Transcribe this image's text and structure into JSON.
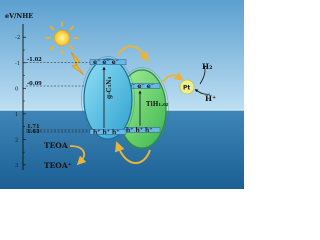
{
  "axis": {
    "title": "eV/NHE",
    "ticks": [
      {
        "label": "-2",
        "value": -2
      },
      {
        "label": "-1",
        "value": -1
      },
      {
        "label": "0",
        "value": 0
      },
      {
        "label": "1",
        "value": 1
      },
      {
        "label": "2",
        "value": 2
      },
      {
        "label": "3",
        "value": 3
      }
    ],
    "ylim": [
      -2.4,
      3.2
    ]
  },
  "levels": [
    {
      "label": "-1.02",
      "value": -1.02
    },
    {
      "label": "-0.09",
      "value": -0.09
    },
    {
      "label": "1.71",
      "value": 1.71
    },
    {
      "label": "1.63",
      "value": 1.63
    }
  ],
  "semiconductors": {
    "left": {
      "label": "g-C₃N₄",
      "cb": -1.02,
      "vb": 1.71,
      "fill": "#5cc6e6",
      "ring": "#2a8fb8"
    },
    "right": {
      "label": "TiH₁.₀₂",
      "cb": -0.09,
      "vb": 1.63,
      "fill": "#6ddc6f",
      "ring": "#3aa64a"
    }
  },
  "species": {
    "h2": "H₂",
    "hplus": "H⁺",
    "pt": "Pt",
    "teoa": "TEOA",
    "teoa_plus": "TEOA⁺"
  },
  "carriers": {
    "electrons": "e⁻ e⁻ e⁻",
    "holes": "h⁺ h⁺ h⁺"
  },
  "colors": {
    "sky_top": "#5b9fd0",
    "sky_bottom": "#bfe0f3",
    "sea_top": "#3f86b8",
    "sea_bottom": "#1b5f93",
    "arrow": "#e8b43a",
    "pt_particle": "#eef08a",
    "sun": "#ffcc33"
  }
}
